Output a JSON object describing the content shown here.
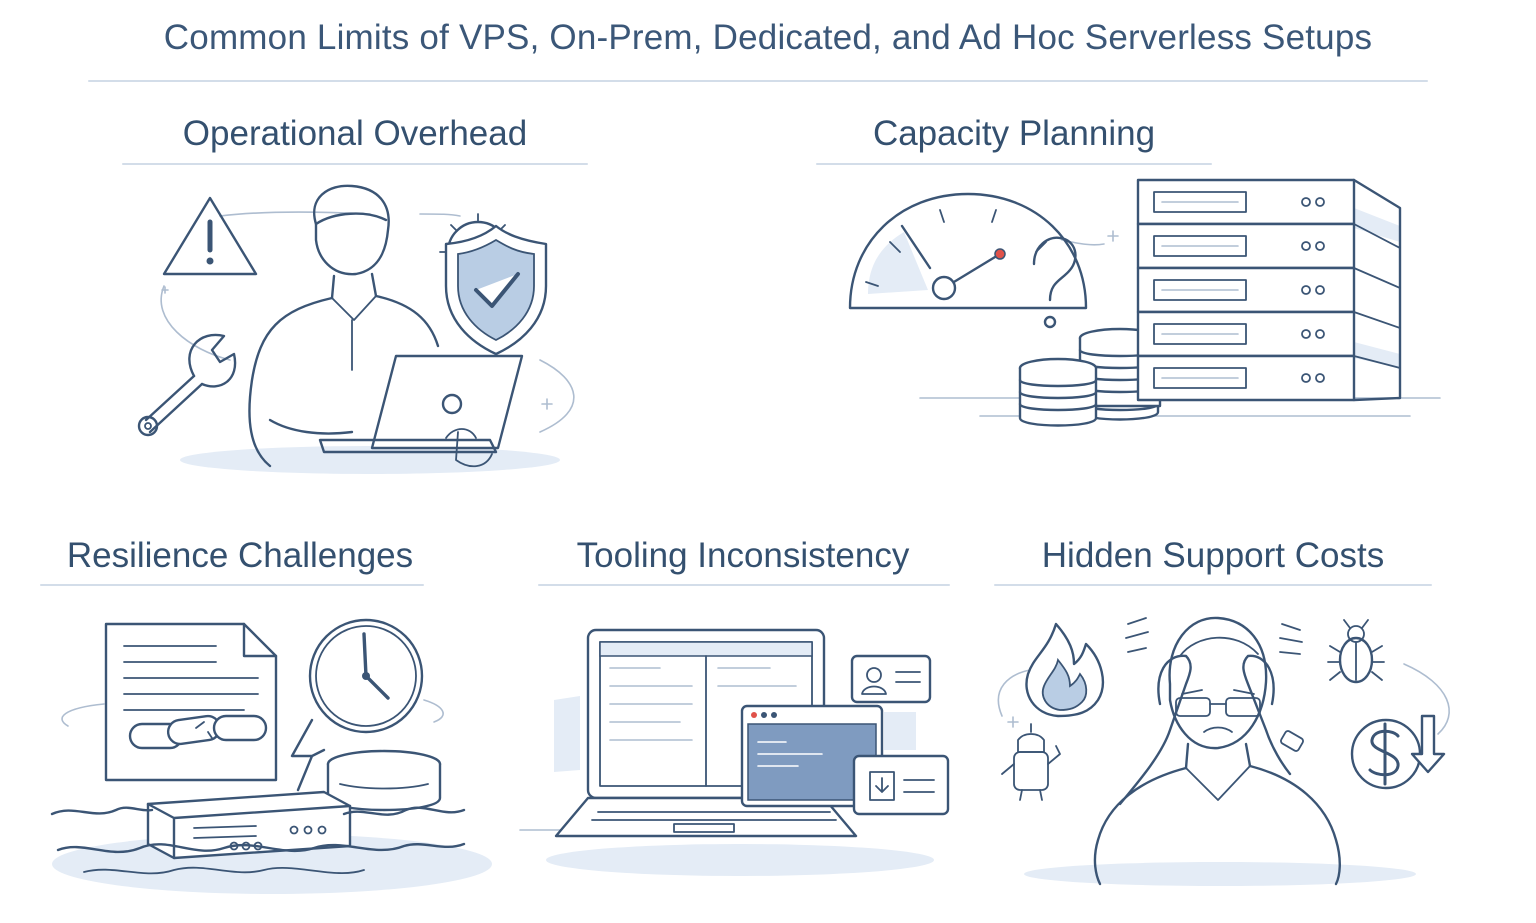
{
  "title": "Common Limits of VPS, On-Prem, Dedicated, and Ad Hoc Serverless Setups",
  "sections": [
    {
      "heading": "Operational Overhead",
      "icons": [
        "warning-icon",
        "person-icon",
        "laptop-icon",
        "gear-icon",
        "shield-check-icon",
        "wrench-icon"
      ]
    },
    {
      "heading": "Capacity Planning",
      "icons": [
        "gauge-icon",
        "question-mark-icon",
        "coin-stack-icon",
        "server-rack-icon"
      ]
    },
    {
      "heading": "Resilience Challenges",
      "icons": [
        "document-icon",
        "broken-chain-icon",
        "clock-icon",
        "lightning-icon",
        "disk-icon",
        "server-box-icon",
        "flood-water-icon"
      ]
    },
    {
      "heading": "Tooling Inconsistency",
      "icons": [
        "laptop-icon",
        "user-card-icon",
        "terminal-window-icon",
        "download-card-icon"
      ]
    },
    {
      "heading": "Hidden Support Costs",
      "icons": [
        "fire-icon",
        "stressed-person-icon",
        "bug-icon",
        "dollar-down-icon",
        "broken-robot-icon"
      ]
    }
  ]
}
